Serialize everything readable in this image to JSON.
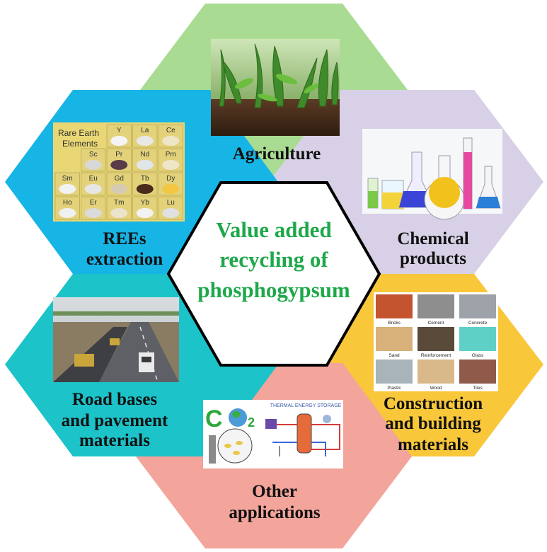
{
  "colors": {
    "agriculture": "#a9dc92",
    "chemical": "#d8d0e6",
    "construction": "#f9c73a",
    "other": "#f3a49b",
    "road": "#1cc3c9",
    "rees": "#17b4e6",
    "center_text": "#1ea84a",
    "center_border": "#000000"
  },
  "center": {
    "line1": "Value added",
    "line2": "recycling of",
    "line3": "phosphogypsum"
  },
  "agriculture": {
    "label": "Agriculture"
  },
  "chemical": {
    "line1": "Chemical",
    "line2": "products"
  },
  "construction": {
    "line1": "Construction",
    "line2": "and building",
    "line3": "materials",
    "materials": [
      "Bricks",
      "Cement",
      "Concrete",
      "Sand",
      "Reinforcement",
      "Glass",
      "Plastic",
      "Wood",
      "Tiles"
    ]
  },
  "other": {
    "line1": "Other",
    "line2": "applications",
    "co2_c": "C",
    "co2_o": "O",
    "co2_sub": "2",
    "storage_title": "THERMAL ENERGY STORAGE"
  },
  "road": {
    "line1": "Road bases",
    "line2": "and pavement",
    "line3": "materials"
  },
  "rees": {
    "line1": "REEs",
    "line2": "extraction",
    "table_title_1": "Rare Earth",
    "table_title_2": "Elements",
    "elements": [
      "Y",
      "La",
      "Ce",
      "Sc",
      "Pr",
      "Nd",
      "Pm",
      "Sm",
      "Eu",
      "Gd",
      "Tb",
      "Dy",
      "Ho",
      "Er",
      "Tm",
      "Yb",
      "Lu"
    ]
  }
}
